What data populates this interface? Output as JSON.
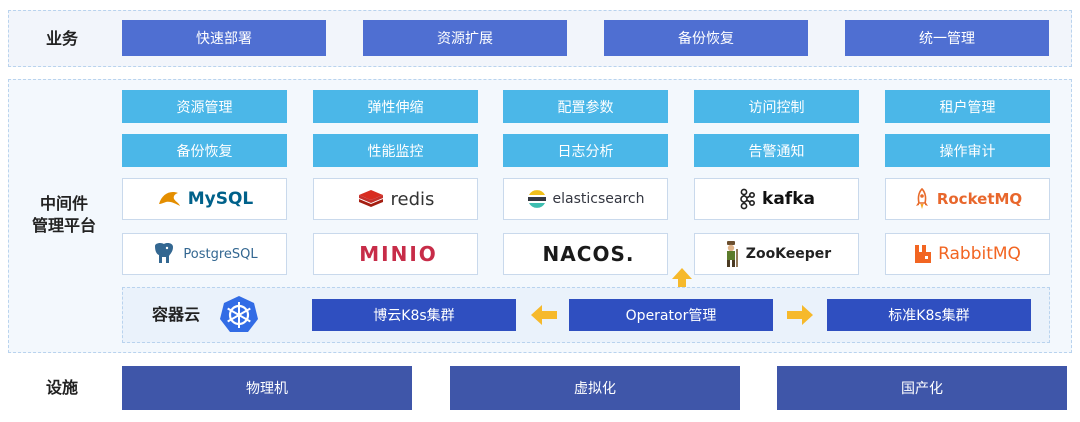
{
  "colors": {
    "business_box": "#4f6fd2",
    "feature_box": "#4bb7e8",
    "k8s_box": "#2f4fc0",
    "infra_box": "#3f56a9",
    "arrow": "#f6b92b",
    "band_border": "#b9d3ee"
  },
  "business": {
    "label": "业务",
    "items": [
      "快速部署",
      "资源扩展",
      "备份恢复",
      "统一管理"
    ]
  },
  "platform": {
    "label_line1": "中间件",
    "label_line2": "管理平台",
    "features_row1": [
      "资源管理",
      "弹性伸缩",
      "配置参数",
      "访问控制",
      "租户管理"
    ],
    "features_row2": [
      "备份恢复",
      "性能监控",
      "日志分析",
      "告警通知",
      "操作审计"
    ],
    "logos_row1": [
      {
        "text": "MySQL",
        "icon": "mysql-dolphin-icon"
      },
      {
        "text": "redis",
        "icon": "redis-stack-icon"
      },
      {
        "text": "elasticsearch",
        "icon": "elasticsearch-icon"
      },
      {
        "text": "kafka",
        "icon": "kafka-nodes-icon"
      },
      {
        "text": "RocketMQ",
        "icon": "rocket-icon"
      }
    ],
    "logos_row2": [
      {
        "text": "PostgreSQL",
        "icon": "elephant-icon"
      },
      {
        "text": "MINIO",
        "icon": "minio-icon"
      },
      {
        "text": "NACOS.",
        "icon": "nacos-icon"
      },
      {
        "text": "ZooKeeper",
        "icon": "zookeeper-keeper-icon"
      },
      {
        "text": "RabbitMQ",
        "icon": "rabbit-icon"
      }
    ]
  },
  "container": {
    "label": "容器云",
    "icon": "kubernetes-helm-icon",
    "left_cluster": "博云K8s集群",
    "operator": "Operator管理",
    "right_cluster": "标准K8s集群"
  },
  "infra": {
    "label": "设施",
    "items": [
      "物理机",
      "虚拟化",
      "国产化"
    ]
  }
}
